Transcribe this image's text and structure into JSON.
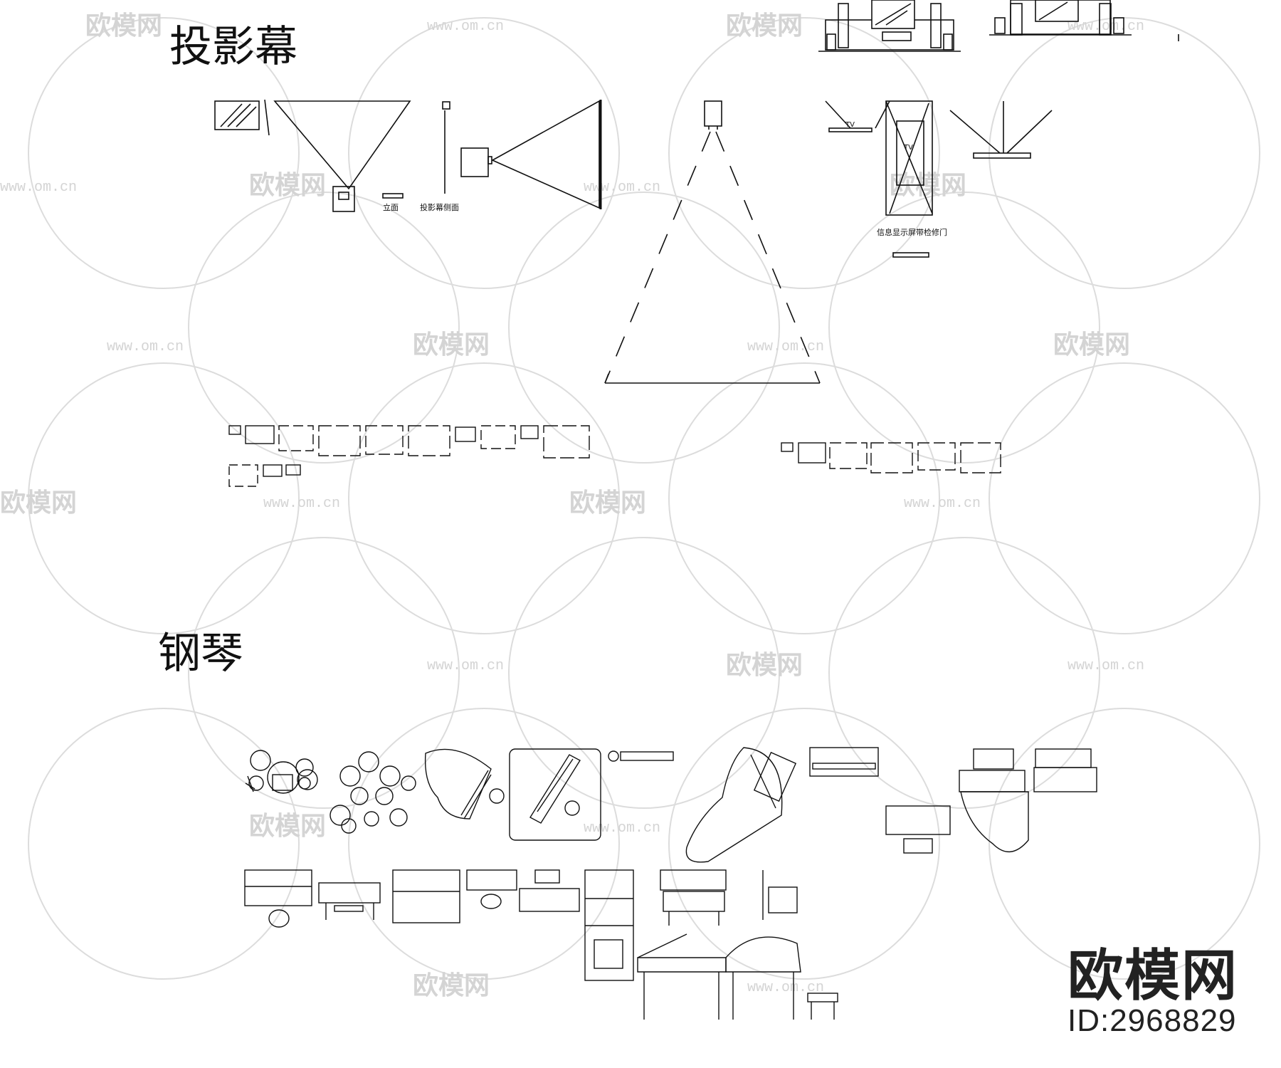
{
  "sections": {
    "projection_title": "投影幕",
    "piano_title": "钢琴"
  },
  "labels": {
    "side_view": "立面",
    "screen_side_view": "投影幕侧面",
    "info_display_door": "信息显示屏带检修门",
    "tv": "TV"
  },
  "brand": {
    "logo_text": "欧模网",
    "id_text": "ID:2968829"
  },
  "watermark": {
    "logo": "欧模网",
    "url": "www.om.cn"
  },
  "colors": {
    "line": "#111111",
    "watermark": "#d4d4d4",
    "background": "#ffffff"
  }
}
